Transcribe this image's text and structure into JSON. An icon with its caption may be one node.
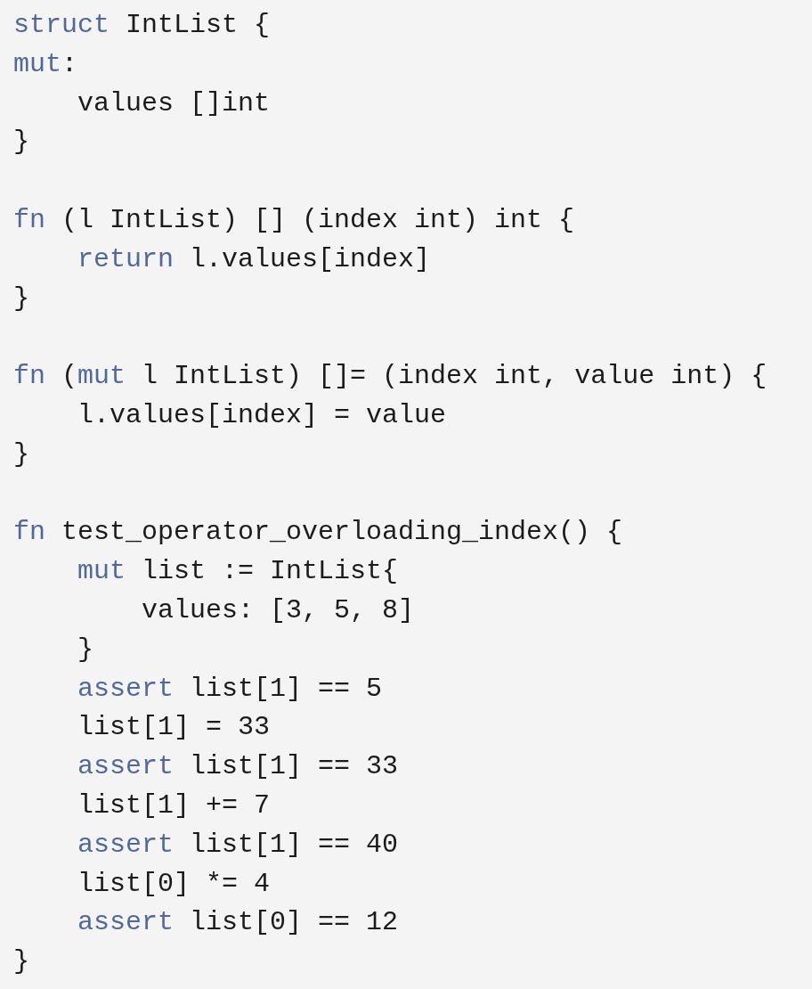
{
  "diagram": {
    "labels": [
      "struct IntList {",
      "mut:",
      "    values []int",
      "}",
      "fn (l IntList) [] (index int) int {",
      "    return l.values[index]",
      "}",
      "fn (mut l IntList) []= (index int, value int) {",
      "    l.values[index] = value",
      "}",
      "fn test_operator_overloading_index() {",
      "    mut list := IntList{",
      "        values: [3, 5, 8]",
      "    }",
      "    assert list[1] == 5",
      "    list[1] = 33",
      "    assert list[1] == 33",
      "    list[1] += 7",
      "    assert list[1] == 40",
      "    list[0] *= 4",
      "    assert list[0] == 12",
      "}"
    ]
  }
}
